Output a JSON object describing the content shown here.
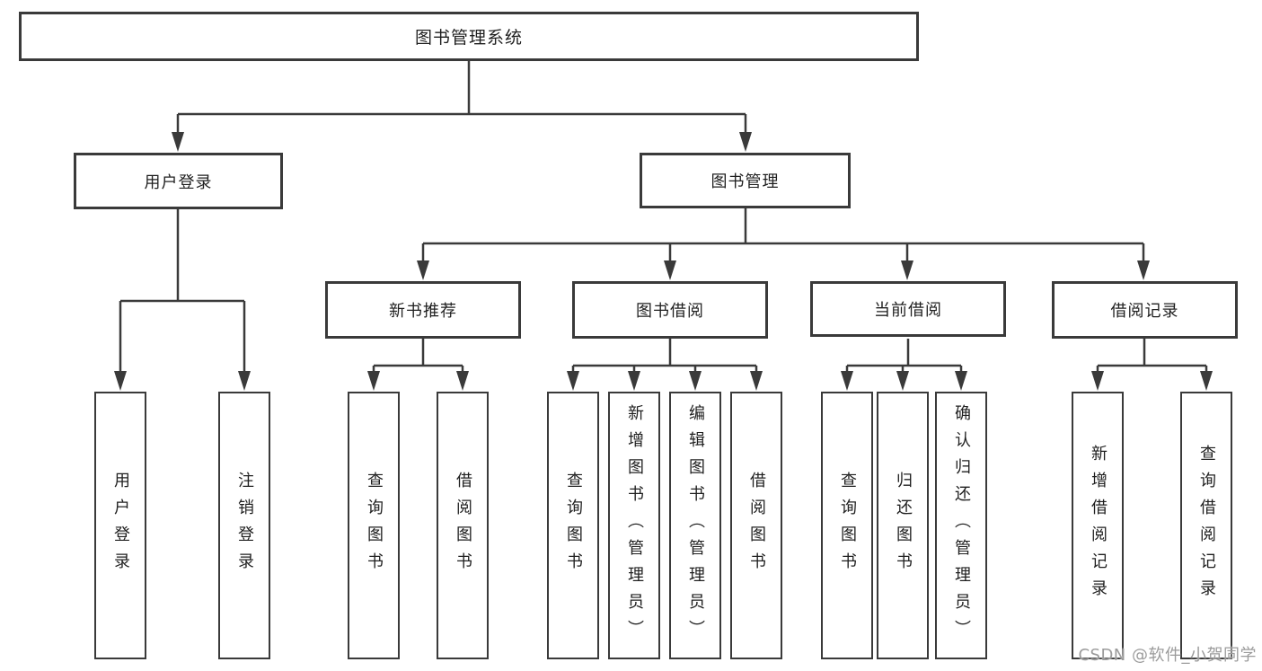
{
  "diagram": {
    "root": {
      "label": "图书管理系统"
    },
    "level2": [
      {
        "label": "用户登录"
      },
      {
        "label": "图书管理"
      }
    ],
    "level3": [
      {
        "label": "新书推荐"
      },
      {
        "label": "图书借阅"
      },
      {
        "label": "当前借阅"
      },
      {
        "label": "借阅记录"
      }
    ],
    "leaves": {
      "user_login": [
        "用户登录",
        "注销登录"
      ],
      "new_books": [
        "查询图书",
        "借阅图书"
      ],
      "book_borrow": [
        "查询图书",
        "新增图书（管理员）",
        "编辑图书（管理员）",
        "借阅图书"
      ],
      "current_borrow": [
        "查询图书",
        "归还图书",
        "确认归还（管理员）"
      ],
      "borrow_records": [
        "新增借阅记录",
        "查询借阅记录"
      ]
    }
  },
  "watermark": "CSDN @软件_小贺同学",
  "colors": {
    "line": "#3a3a3a",
    "box_border": "#3a3a3a",
    "text": "#1f1f1f",
    "watermark": "#9b9b9b",
    "background": "#ffffff"
  }
}
